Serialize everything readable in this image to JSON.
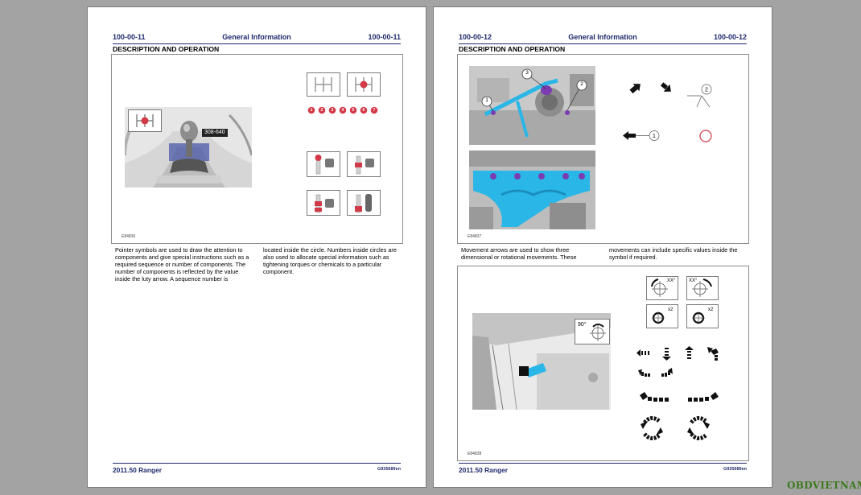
{
  "left_page": {
    "header": {
      "left": "100-00-11",
      "center": "General Information",
      "right": "100-00-11"
    },
    "section_title": "DESCRIPTION AND OPERATION",
    "figure": {
      "figure_id": "E84836",
      "callout": "308-640",
      "sequence_numbers": [
        "1",
        "2",
        "3",
        "4",
        "5",
        "6",
        "7"
      ]
    },
    "text": {
      "col1": "Pointer symbols are used to draw the attention to components and give special instructions such as a required sequence or number of components. The number of components is reflected by the value inside the luty arrow. A sequence number is",
      "col2": "located inside the circle. Numbers inside circles are also used to allocate special information such as tightening torques or chemicals to a particular component."
    },
    "footer": {
      "left": "2011.50 Ranger",
      "right": "G935689en"
    }
  },
  "right_page": {
    "header": {
      "left": "100-00-12",
      "center": "General Information",
      "right": "100-00-12"
    },
    "section_title": "DESCRIPTION AND OPERATION",
    "figure1": {
      "figure_id": "E84837",
      "callouts": [
        "1",
        "2",
        "3"
      ]
    },
    "text": {
      "col1": "Movement arrows are used to show three dimensional or rotational movements. These",
      "col2": "movements can include specific values inside the symbol if required."
    },
    "figure2": {
      "figure_id": "E84838",
      "angle_label": "90°",
      "sym_labels": {
        "xx1": "XX°",
        "xx2": "XX°",
        "x2a": "x2",
        "x2b": "x2"
      }
    },
    "footer": {
      "left": "2011.50 Ranger",
      "right": "G935689en"
    }
  },
  "watermark": "OBDVIETNAM",
  "colors": {
    "header_blue": "#1f2a6d",
    "pointer_red": "#d23a48",
    "highlight_cyan": "#2ab6e6",
    "highlight_purple": "#7a3cb0"
  }
}
